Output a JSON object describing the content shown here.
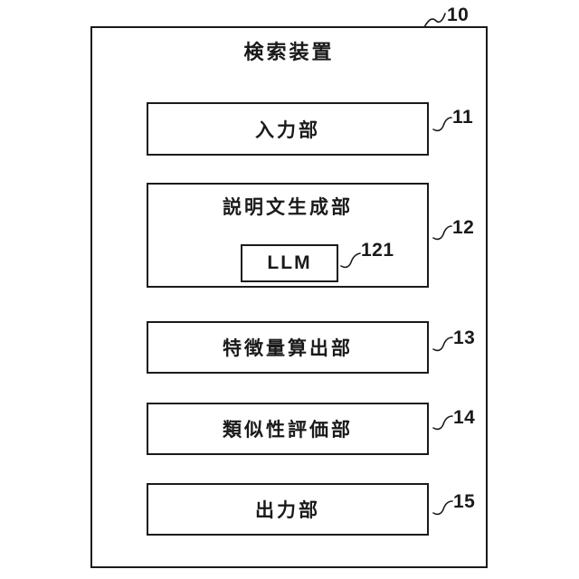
{
  "diagram": {
    "title": "検索装置",
    "outer_ref": "10",
    "blocks": [
      {
        "label": "入力部",
        "ref": "11"
      },
      {
        "label": "説明文生成部",
        "ref": "12"
      },
      {
        "label": "特徴量算出部",
        "ref": "13"
      },
      {
        "label": "類似性評価部",
        "ref": "14"
      },
      {
        "label": "出力部",
        "ref": "15"
      }
    ],
    "llm": {
      "label": "LLM",
      "ref": "121"
    },
    "colors": {
      "line": "#1a1a1a",
      "background": "#ffffff"
    }
  }
}
